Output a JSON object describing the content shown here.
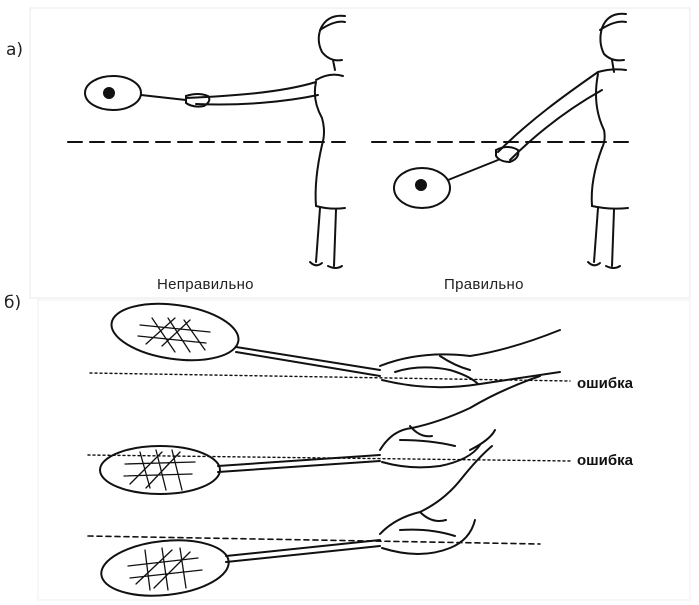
{
  "figure": {
    "part_a_label": "а)",
    "part_b_label": "б)",
    "panel_a": {
      "caption_wrong": "Неправильно",
      "caption_right": "Правильно"
    },
    "panel_b": {
      "error_label_1": "ошибка",
      "error_label_2": "ошибка"
    }
  },
  "colors": {
    "ink": "#111111",
    "shuttle": "#111111",
    "page": "#ffffff"
  }
}
